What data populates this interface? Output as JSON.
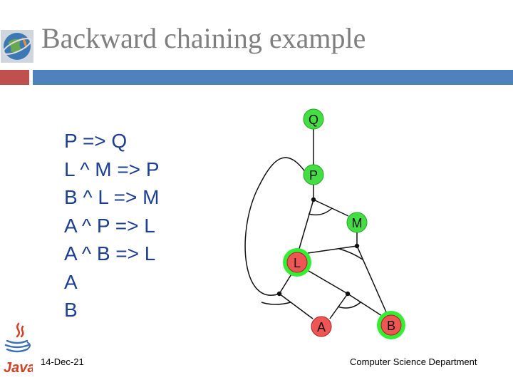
{
  "slide": {
    "title": "Backward chaining example",
    "footer_date": "14-Dec-21",
    "footer_department": "Computer Science Department",
    "java_logo_text": "Java"
  },
  "rules": [
    "P => Q",
    "L ^ M => P",
    "B ^ L => M",
    "A ^ P => L",
    "A ^ B => L",
    "A",
    "B"
  ],
  "graph": {
    "nodes": [
      {
        "id": "Q",
        "label": "Q",
        "fill": "#44dd44",
        "ring": false
      },
      {
        "id": "P",
        "label": "P",
        "fill": "#44dd44",
        "ring": false
      },
      {
        "id": "M",
        "label": "M",
        "fill": "#44dd44",
        "ring": false
      },
      {
        "id": "L",
        "label": "L",
        "fill": "#ee5555",
        "ring": true
      },
      {
        "id": "A",
        "label": "A",
        "fill": "#ee5555",
        "ring": false
      },
      {
        "id": "B",
        "label": "B",
        "fill": "#ee5555",
        "ring": true
      }
    ],
    "colors": {
      "green_node": "#44dd44",
      "red_node": "#ee5555",
      "ring": "#33ee33",
      "edge": "#111111"
    }
  }
}
